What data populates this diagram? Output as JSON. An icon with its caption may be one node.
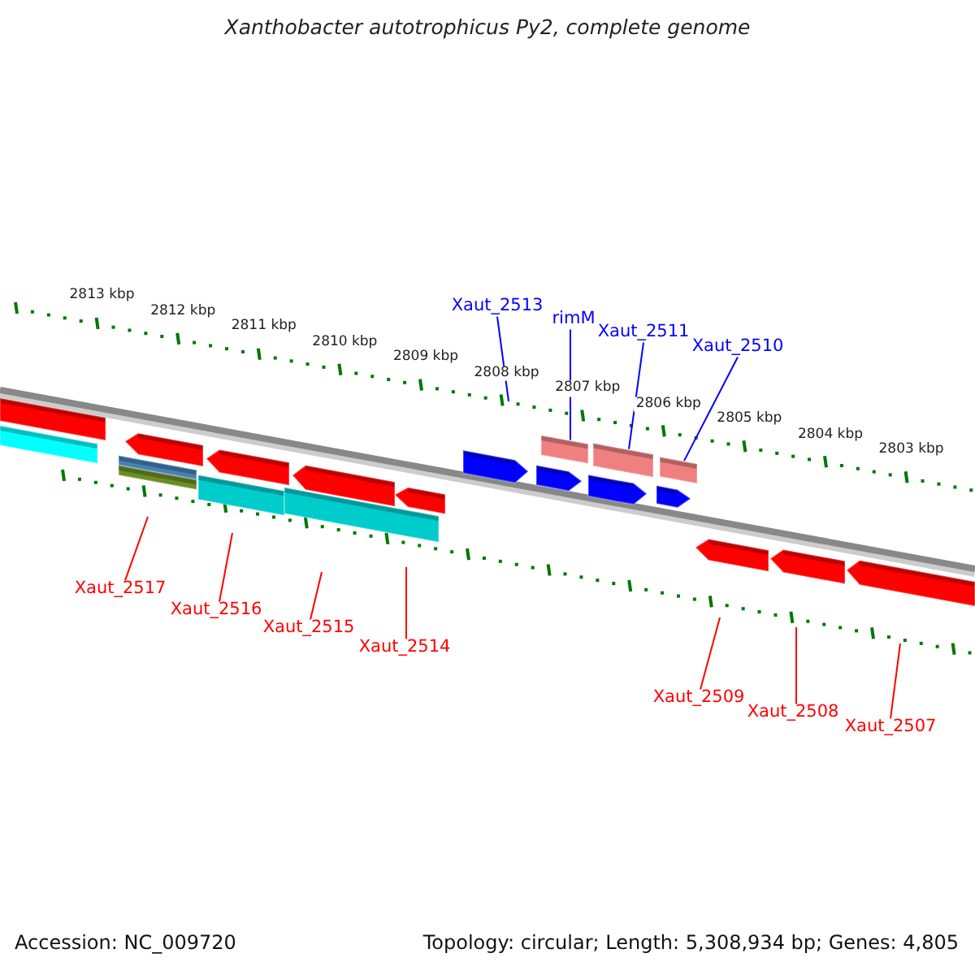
{
  "diagram": {
    "title": "Xanthobacter autotrophicus Py2, complete genome",
    "nodes": [
      {
        "text": [
          "Xaut_2513"
        ]
      },
      {
        "text": [
          "rimM"
        ]
      },
      {
        "text": [
          "Xaut_2511"
        ]
      },
      {
        "text": [
          "Xaut_2510"
        ]
      },
      {
        "text": [
          "Xaut_2517"
        ]
      },
      {
        "text": [
          "Xaut_2516"
        ]
      },
      {
        "text": [
          "Xaut_2515"
        ]
      },
      {
        "text": [
          "Xaut_2514"
        ]
      },
      {
        "text": [
          "Xaut_2509"
        ]
      },
      {
        "text": [
          "Xaut_2508"
        ]
      },
      {
        "text": [
          "Xaut_2507"
        ]
      },
      {
        "text": [],
        "shape": "bar"
      },
      {
        "text": [],
        "shape": "bar"
      },
      {
        "text": [],
        "shape": "bar"
      }
    ],
    "edges": [
      {
        "from": 0,
        "to": null,
        "arrow": "none",
        "color": "#0000ff"
      },
      {
        "from": 1,
        "to": 11,
        "arrow": "none",
        "color": "#0000ff"
      },
      {
        "from": 2,
        "to": 12,
        "arrow": "none",
        "color": "#0000ff"
      },
      {
        "from": 3,
        "to": 13,
        "arrow": "none",
        "color": "#0000ff"
      },
      {
        "from": 4,
        "to": null,
        "arrow": "none"
      },
      {
        "from": 5,
        "to": null,
        "arrow": "none"
      },
      {
        "from": 6,
        "to": null,
        "arrow": "none"
      },
      {
        "from": 7,
        "to": null,
        "arrow": "none"
      },
      {
        "from": 8,
        "to": null,
        "arrow": "none"
      },
      {
        "from": 9,
        "to": null,
        "arrow": "none"
      },
      {
        "from": 10,
        "to": null,
        "arrow": "none"
      }
    ],
    "labels": [
      "2813 kbp",
      "2812 kbp",
      "2811 kbp",
      "2810 kbp",
      "2809 kbp",
      "2808 kbp",
      "2807 kbp",
      "2806 kbp",
      "2805 kbp",
      "2804 kbp",
      "2803 kbp",
      "Accession: NC_009720",
      "Topology: circular; Length: 5,308,934 bp; Genes: 4,805"
    ]
  }
}
